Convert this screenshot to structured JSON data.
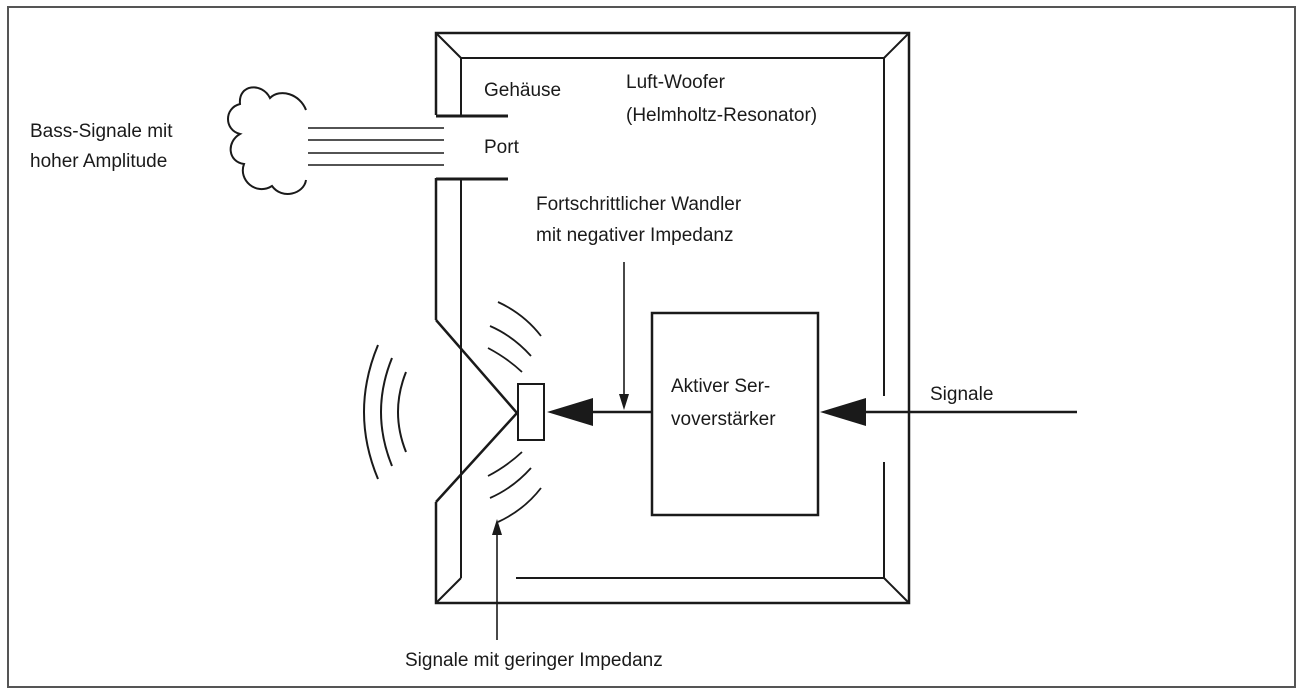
{
  "labels": {
    "gehaeuse": "Gehäuse",
    "luft_woofer_line1": "Luft-Woofer",
    "luft_woofer_line2": "(Helmholtz-Resonator)",
    "bass_line1": "Bass-Signale mit",
    "bass_line2": "hoher Amplitude",
    "port": "Port",
    "wandler_line1": "Fortschrittlicher Wandler",
    "wandler_line2": "mit negativer Impedanz",
    "servo_line1": "Aktiver Ser-",
    "servo_line2": "voverstärker",
    "signale": "Signale",
    "signale_gering": "Signale mit geringer Impedanz"
  },
  "colors": {
    "ink": "#1a1a1a",
    "background": "#ffffff",
    "frame": "#555555"
  }
}
